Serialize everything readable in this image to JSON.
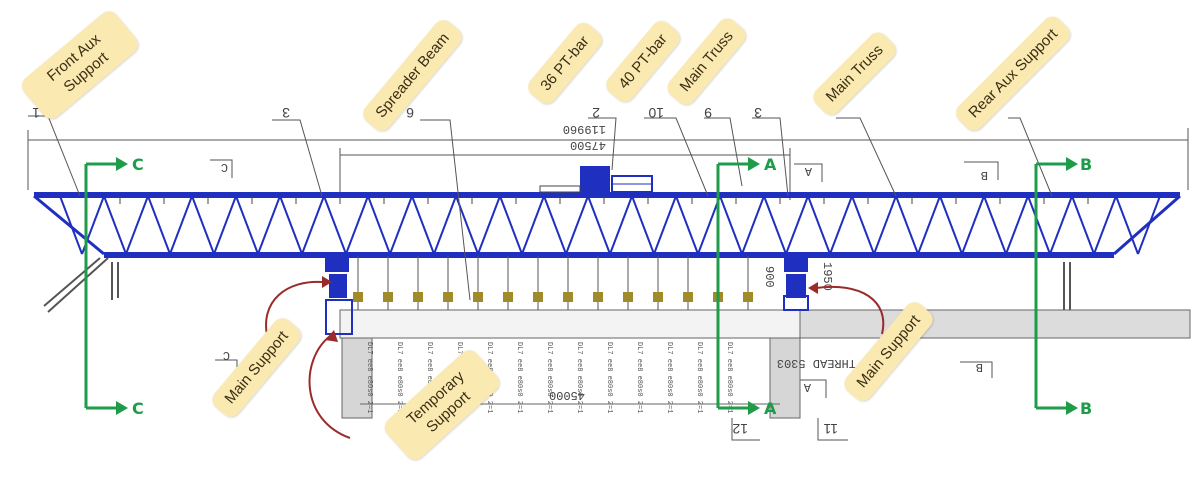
{
  "labels": {
    "front_aux_support": "Front Aux\nSupport",
    "spreader_beam": "Spreader Beam",
    "pt_bar_36": "36 PT-bar",
    "pt_bar_40": "40 PT-bar",
    "main_truss_1": "Main Truss",
    "main_truss_2": "Main Truss",
    "rear_aux_support": "Rear Aux Support",
    "main_support_left": "Main Support",
    "main_support_right": "Main Support",
    "temporary_support": "Temporary\nSupport"
  },
  "sections": {
    "c_top": "C",
    "c_bottom": "C",
    "a_top": "A",
    "a_bottom": "A",
    "b_top": "B",
    "b_bottom": "B"
  },
  "dimensions": {
    "overall": "119960",
    "span_upper": "47500",
    "span_lower": "45000",
    "height_a": "900",
    "height_b": "1950"
  },
  "part_numbers": {
    "p3_left": "3",
    "p6": "6",
    "p2": "2",
    "p10": "10",
    "p9": "9",
    "p3_right": "3",
    "p1": "1",
    "p12": "12",
    "p11": "11"
  },
  "drawing_marks": {
    "c_left_mid": "C",
    "c_left_low": "C",
    "a_mid": "A",
    "a_low": "A",
    "b_mid": "B",
    "b_low": "B",
    "thread_note": "THREAD  5303",
    "segment_text": "DL7 ee8 e80s0 2=1"
  },
  "colors": {
    "truss": "#1f2fbf",
    "bubble": "#fbe9b2",
    "section_arrow": "#1e9c4a",
    "callout_arrow": "#9b2b2b"
  }
}
